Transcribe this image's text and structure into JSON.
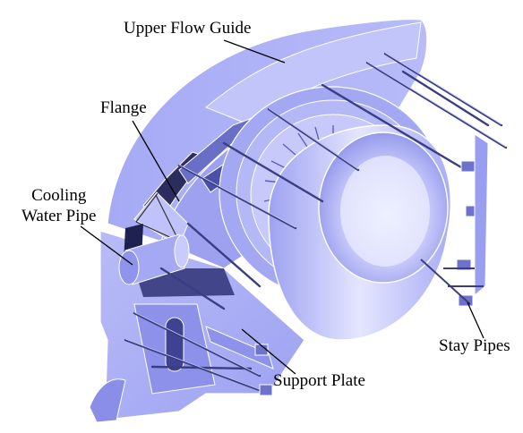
{
  "labels": {
    "upper_flow_guide": "Upper Flow Guide",
    "flange": "Flange",
    "cooling_water_pipe_line1": "Cooling",
    "cooling_water_pipe_line2": "Water Pipe",
    "stay_pipes": "Stay Pipes",
    "support_plate": "Support Plate"
  },
  "colors": {
    "body": "#a5a9f5",
    "light": "#d3d5fb",
    "mid": "#9599ee",
    "dark": "#5a5fb8",
    "shadow": "#2a2d5e",
    "edge": "#ffffff"
  }
}
